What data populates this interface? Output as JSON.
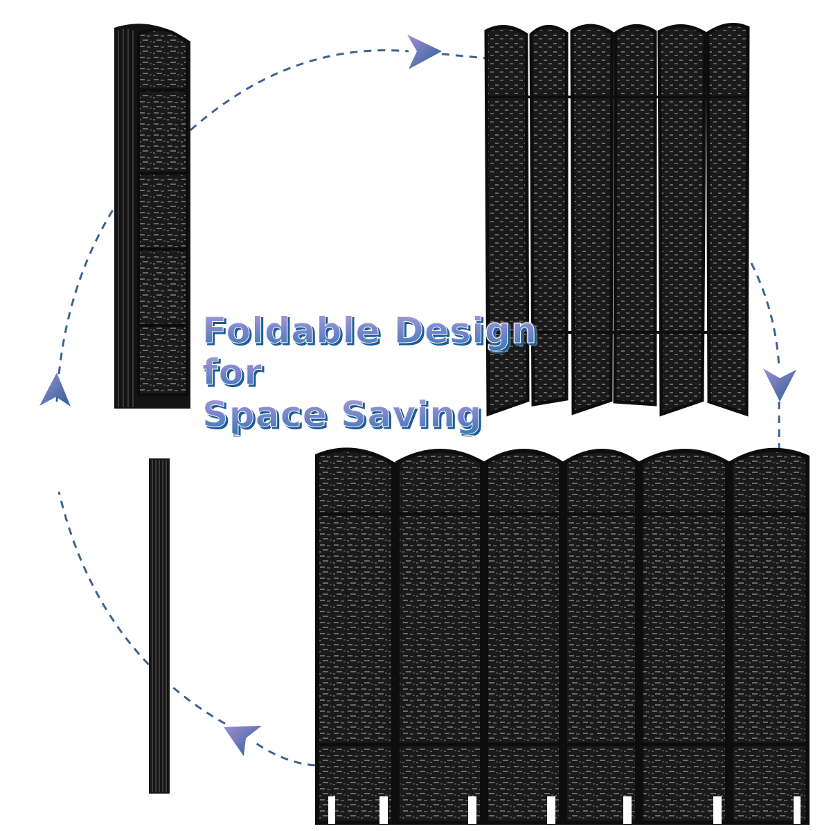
{
  "headline": {
    "line1": "Foldable Design",
    "line2": "for",
    "line3": "Space Saving"
  },
  "colors": {
    "screen": "#1b1a1b",
    "screen_weave": "#6d6a66",
    "dashed_path": "#3d6291",
    "arrow_top": "#a08ed2",
    "arrow_bottom": "#2a5f98",
    "headline_top": "#a79ad6",
    "headline_bottom": "#3f78b8",
    "headline_shadow": "#1d5d94"
  },
  "screens": [
    {
      "state": "folded",
      "panels": 6,
      "view": "front"
    },
    {
      "state": "partially unfolded",
      "panels": 6,
      "view": "front"
    },
    {
      "state": "fully unfolded",
      "panels": 6,
      "view": "front"
    },
    {
      "state": "folded",
      "panels": 6,
      "view": "side"
    }
  ]
}
